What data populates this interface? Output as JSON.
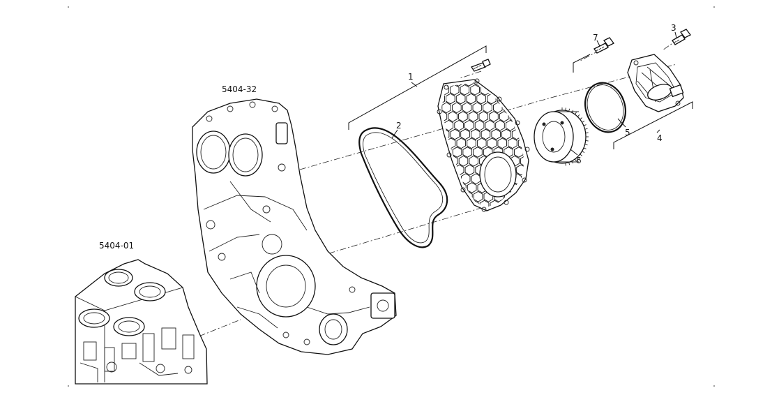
{
  "diagram": {
    "refs": {
      "block": "5404-01",
      "cover": "5404-32"
    },
    "callouts": [
      {
        "id": "c1",
        "text": "1"
      },
      {
        "id": "c2",
        "text": "2"
      },
      {
        "id": "c3",
        "text": "3"
      },
      {
        "id": "c4",
        "text": "4"
      },
      {
        "id": "c5",
        "text": "5"
      },
      {
        "id": "c6",
        "text": "6"
      },
      {
        "id": "c7",
        "text": "7"
      }
    ]
  }
}
